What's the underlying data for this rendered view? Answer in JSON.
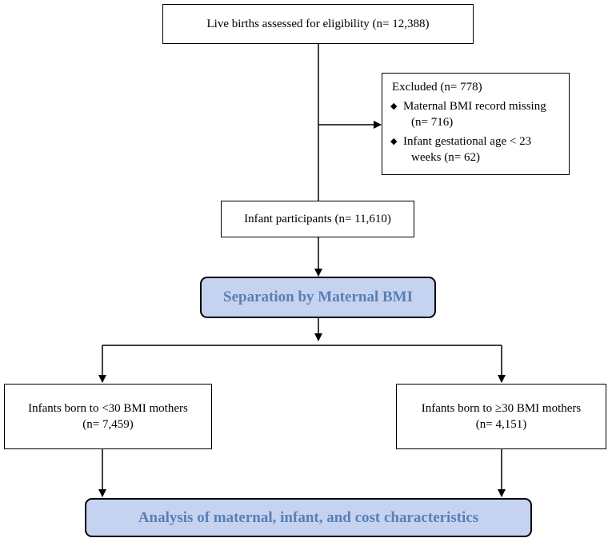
{
  "nodes": {
    "eligibility": "Live births assessed for eligibility (n= 12,388)",
    "excluded": {
      "title": "Excluded (n= 778)",
      "items": [
        {
          "line1": "Maternal BMI record missing",
          "line2": "(n= 716)"
        },
        {
          "line1": "Infant gestational age < 23",
          "line2": "weeks (n= 62)"
        }
      ],
      "bullet_symbol": "◆"
    },
    "participants": "Infant participants (n= 11,610)",
    "separation": "Separation by Maternal BMI",
    "left_group": {
      "line1": "Infants born to <30 BMI mothers",
      "line2": "(n= 7,459)"
    },
    "right_group": {
      "line1": "Infants born to ≥30 BMI mothers",
      "line2": "(n= 4,151)"
    },
    "analysis": "Analysis of maternal, infant, and cost characteristics"
  },
  "colors": {
    "highlight_fill": "#c5d3f0",
    "highlight_text": "#5a7fb3",
    "line": "#000000"
  }
}
